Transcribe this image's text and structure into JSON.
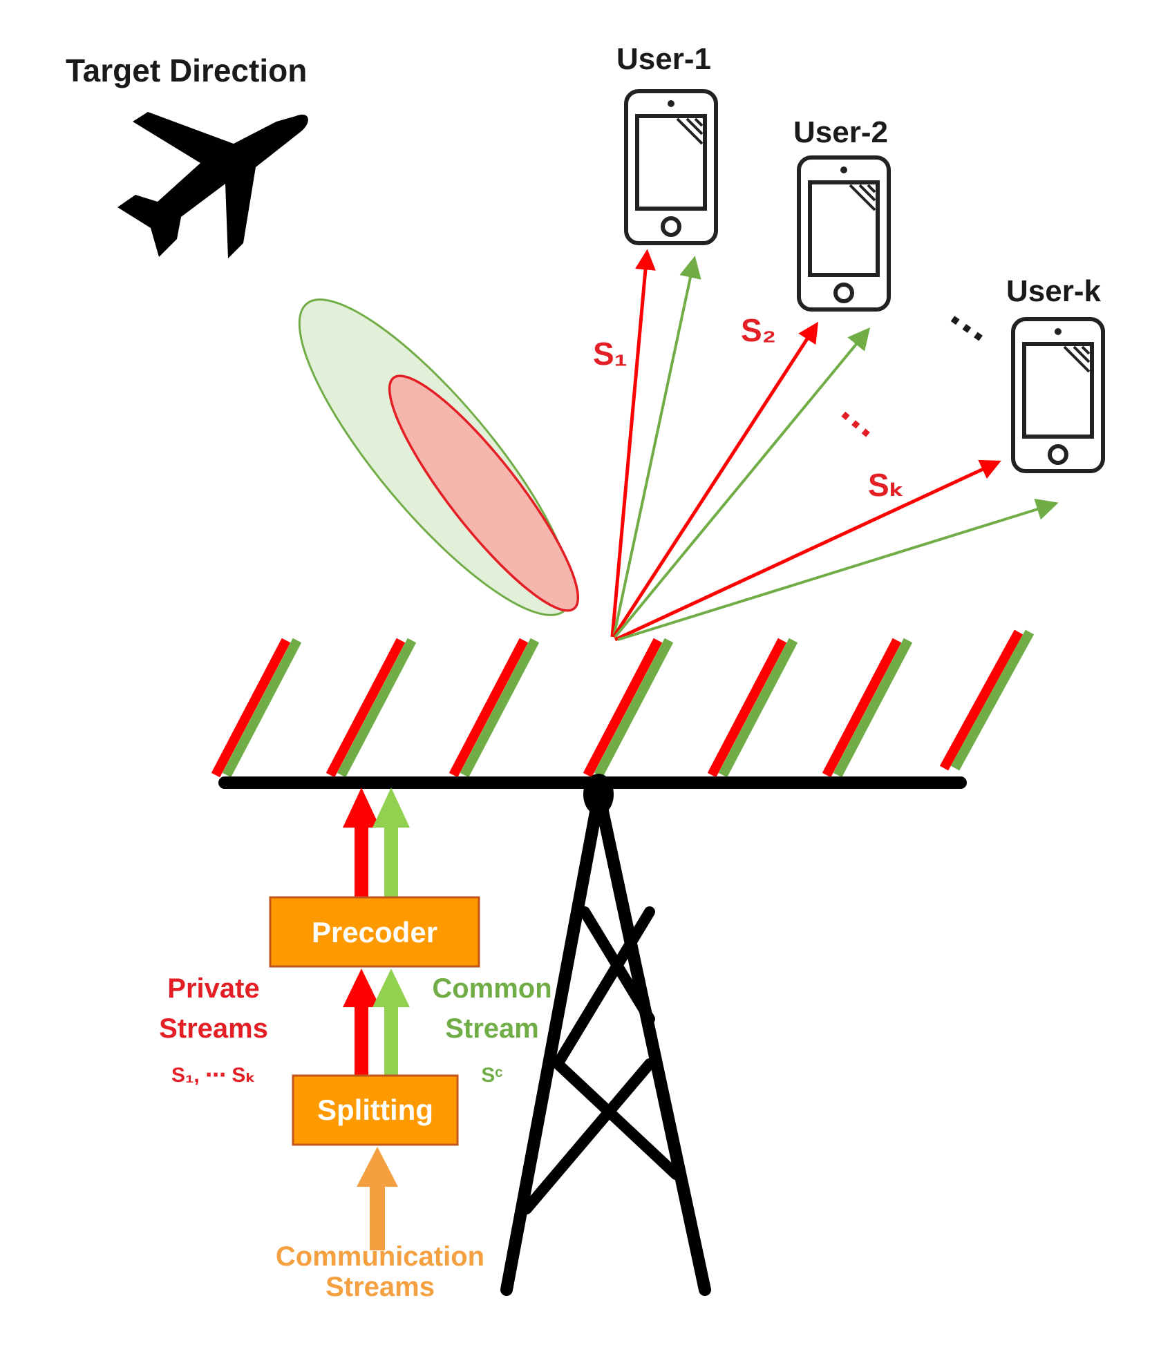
{
  "labels": {
    "target_direction": "Target Direction",
    "user_1": "User-1",
    "user_2": "User-2",
    "user_k": "User-k",
    "dots_users": "…",
    "dots_streams": "…",
    "s1": "S₁",
    "s2": "S₂",
    "sk": "Sₖ",
    "precoder": "Precoder",
    "splitting": "Splitting",
    "private_streams_line1": "Private",
    "private_streams_line2": "Streams",
    "private_streams_symbols": "S₁, ⋯ Sₖ",
    "common_stream_line1": "Common",
    "common_stream_line2": "Stream",
    "common_stream_symbol": "Sᶜ",
    "communication_streams_line1": "Communication",
    "communication_streams_line2": "Streams"
  },
  "colors": {
    "private": "#ff0000",
    "common": "#70ad47",
    "common_light": "#92d050",
    "block_fill": "#ff9900",
    "block_border": "#c0561b",
    "input_arrow": "#f4a040",
    "beam_outer_fill": "#e2efd9",
    "beam_inner_fill": "#f4b6ad",
    "structure": "#000000"
  },
  "icons": {
    "target": "airplane-icon",
    "user": "smartphone-icon",
    "base_station": "transmission-tower-icon"
  }
}
